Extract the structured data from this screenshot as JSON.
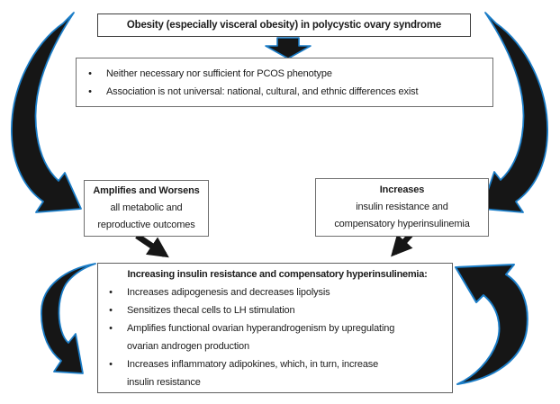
{
  "diagram": {
    "title_box": {
      "text": "Obesity (especially visceral obesity) in polycystic ovary syndrome"
    },
    "info_box": {
      "bullets": [
        "Neither necessary nor sufficient for PCOS phenotype",
        "Association is not universal: national, cultural, and ethnic differences exist"
      ]
    },
    "amplifies_box": {
      "heading": "Amplifies and Worsens",
      "lines": [
        "all metabolic and",
        "reproductive outcomes"
      ]
    },
    "increases_box": {
      "heading": "Increases",
      "lines": [
        "insulin resistance and",
        "compensatory hyperinsulinemia"
      ]
    },
    "mechanism_box": {
      "heading": "Increasing insulin resistance and compensatory hyperinsulinemia:",
      "bullets": [
        "Increases adipogenesis and decreases lipolysis",
        "Sensitizes thecal cells to LH stimulation",
        "Amplifies functional ovarian hyperandrogenism by upregulating\novarian androgen production",
        "Increases inflammatory adipokines, which, in turn, increase\ninsulin resistance"
      ]
    },
    "bullet_char": "•",
    "colors": {
      "arrow_fill": "#161616",
      "arrow_outline_blue": "#1b7dc7",
      "box_border": "#6f6f6f",
      "title_border": "#3d3d3d",
      "text": "#1c1c1c",
      "background": "#ffffff"
    }
  }
}
